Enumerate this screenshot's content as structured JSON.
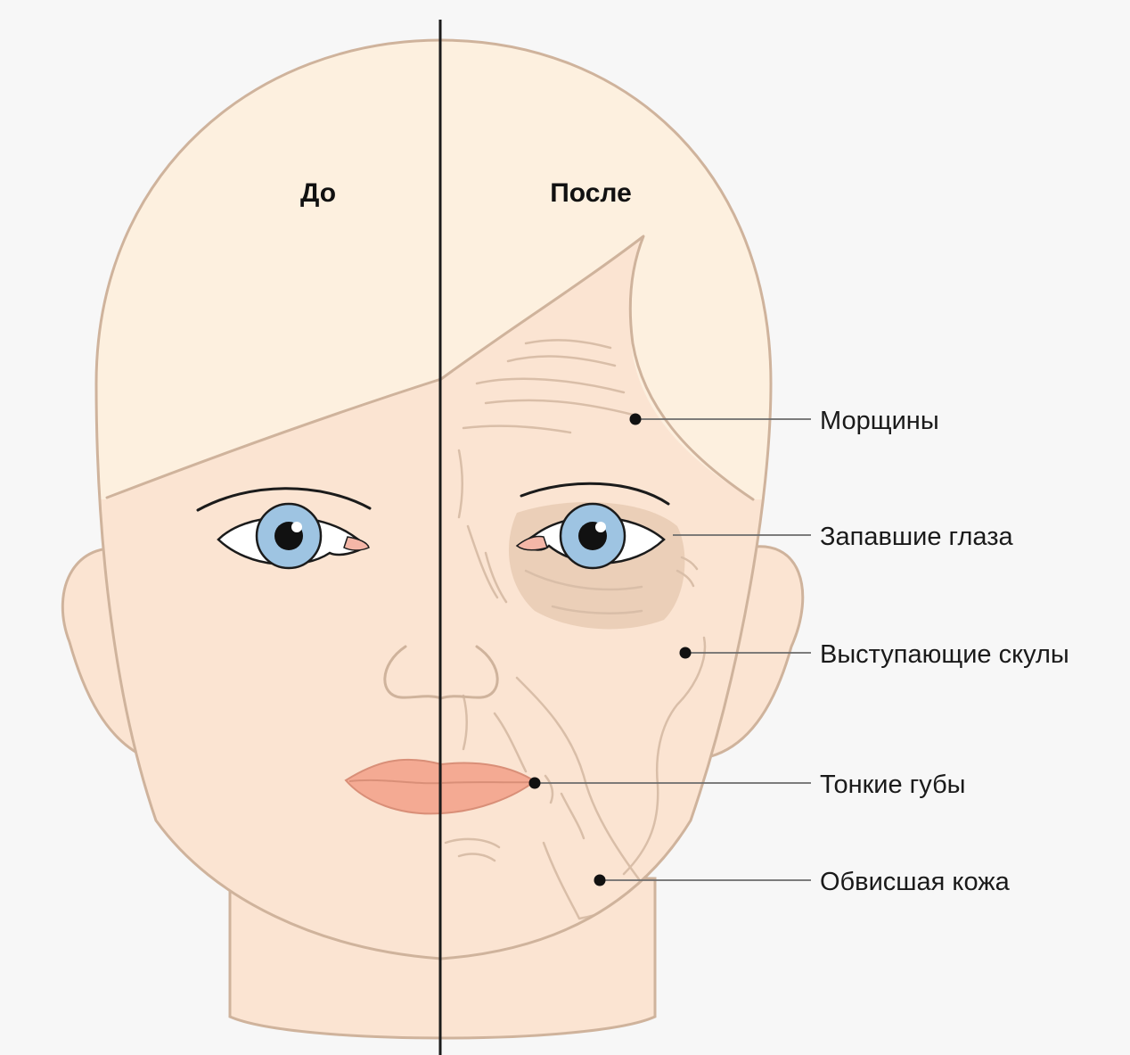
{
  "titles": {
    "before": "До",
    "after": "После"
  },
  "callouts": [
    {
      "id": "wrinkles",
      "label": "Морщины"
    },
    {
      "id": "sunken-eyes",
      "label": "Запавшие глаза"
    },
    {
      "id": "cheekbones",
      "label": "Выступающие скулы"
    },
    {
      "id": "thin-lips",
      "label": "Тонкие губы"
    },
    {
      "id": "sagging-skin",
      "label": "Обвисшая кожа"
    }
  ],
  "colors": {
    "background": "#f7f7f7",
    "skin": "#fbe4d2",
    "hair": "#fdf0df",
    "outline": "#cfb39c",
    "iris": "#9ec4e2",
    "lips": "#f4aa93",
    "eye_shadow": "#e7cbb4",
    "divider": "#1b1b1b"
  }
}
